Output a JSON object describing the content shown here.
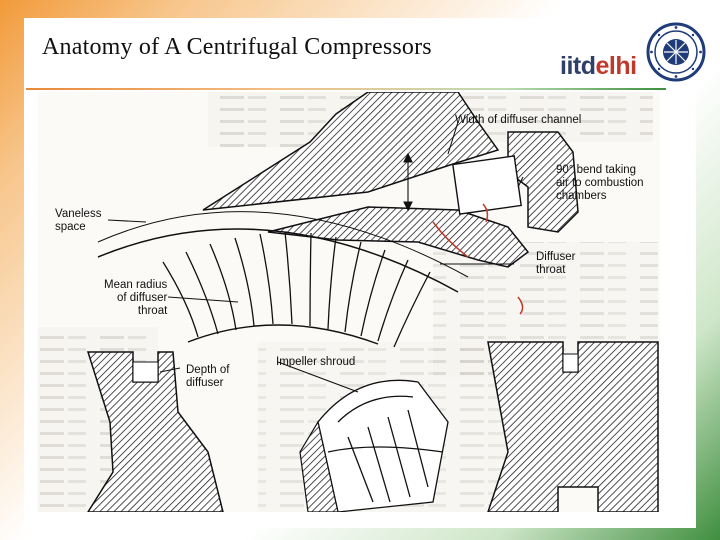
{
  "slide": {
    "title": "Anatomy of A Centrifugal Compressors"
  },
  "logo": {
    "part1": "iitd",
    "part2": "elhi",
    "seal_icon": "iit-delhi-seal-icon"
  },
  "figure_labels": {
    "width_of_diffuser_channel": "Width of diffuser channel",
    "bend": "90° bend taking\nair to combustion\nchambers",
    "vaneless_space": "Vaneless\nspace",
    "diffuser_throat": "Diffuser\nthroat",
    "mean_radius": "Mean radius\nof diffuser\nthroat",
    "impeller_shroud": "Impeller shroud",
    "depth_of_diffuser": "Depth of\ndiffuser"
  },
  "colors": {
    "accent_orange": "#e8893a",
    "accent_green": "#3d8f3d",
    "logo_blue": "#2f3f6a",
    "logo_red": "#c0392b"
  }
}
